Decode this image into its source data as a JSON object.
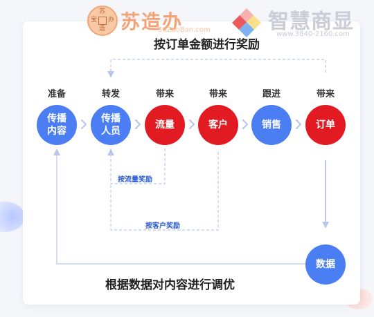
{
  "logos": {
    "brand1": {
      "seal_top": "苏",
      "seal_left": "宝",
      "seal_right": "办",
      "seal_bottom": "造",
      "name": "苏造办",
      "url": "SuZaoBan.com"
    },
    "brand2": {
      "name": "智慧商显",
      "url": "www.3840-2160.com"
    }
  },
  "title": "按订单金额进行奖励",
  "bottom_title": "根据数据对内容进行调优",
  "stages": [
    {
      "label": "准备",
      "node": "传播\n内容",
      "color": "#4a7ef2"
    },
    {
      "label": "转发",
      "node": "传播\n人员",
      "color": "#4a7ef2"
    },
    {
      "label": "带来",
      "node": "流量",
      "color": "#e21a22"
    },
    {
      "label": "带来",
      "node": "客户",
      "color": "#e21a22"
    },
    {
      "label": "跟进",
      "node": "销售",
      "color": "#4a7ef2"
    },
    {
      "label": "带来",
      "node": "订单",
      "color": "#e21a22"
    }
  ],
  "data_node": "数据",
  "notes": {
    "traffic_reward": "按流量奖励",
    "customer_reward": "按客户奖励"
  },
  "colors": {
    "blue": "#4a7ef2",
    "red": "#e21a22",
    "line": "#b9c7ef",
    "note": "#2a5ad6"
  }
}
